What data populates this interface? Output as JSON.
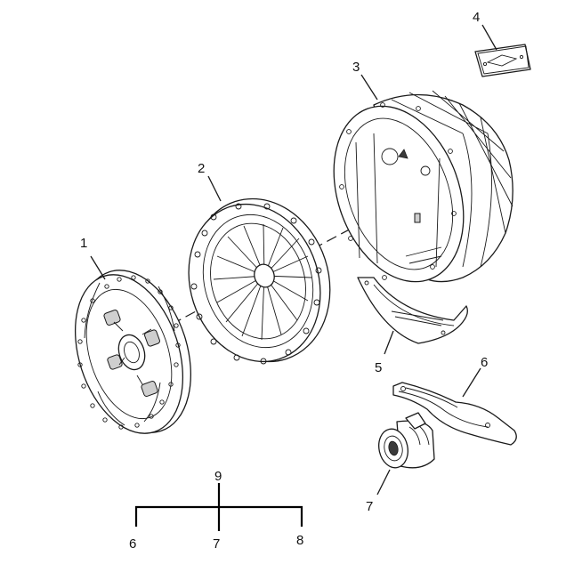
{
  "callouts": {
    "c1": "1",
    "c2": "2",
    "c3": "3",
    "c4": "4",
    "c5": "5",
    "c6": "6",
    "c7": "7"
  },
  "tree": {
    "root": "9",
    "left": "6",
    "middle": "7",
    "right": "8"
  },
  "colors": {
    "line": "#1a1a1a",
    "background": "#ffffff"
  }
}
